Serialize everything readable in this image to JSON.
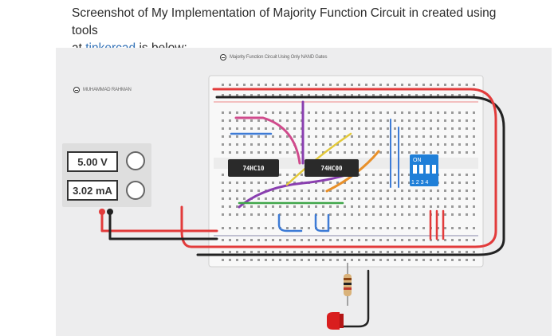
{
  "caption": {
    "line1": "Screenshot of My Implementation of Majority Function Circuit in created using tools",
    "line2_prefix": "at ",
    "line2_link": "tinkercad",
    "line2_suffix": " is below:"
  },
  "notes": {
    "circuit_title": "Majority Function Circuit Using Only NAND Gates",
    "author": "MUHAMMAD RAHMAN"
  },
  "power_supply": {
    "voltage": "5.00 V",
    "current": "3.02 mA"
  },
  "chips": {
    "left": "74HC10",
    "right": "74HC00"
  },
  "dip_switch": {
    "state": "ON",
    "numbers": "1 2 3 4"
  },
  "colors": {
    "wire_red": "#e23b3b",
    "wire_black": "#222222",
    "wire_purple": "#8a3fb0",
    "wire_pink": "#d04a8c",
    "wire_orange": "#e8902a",
    "wire_yellow": "#e3c93a",
    "wire_green": "#3fa64a",
    "wire_blue": "#3d7bd6",
    "dip_switch": "#1f7fd8",
    "led": "#d91e1e"
  }
}
